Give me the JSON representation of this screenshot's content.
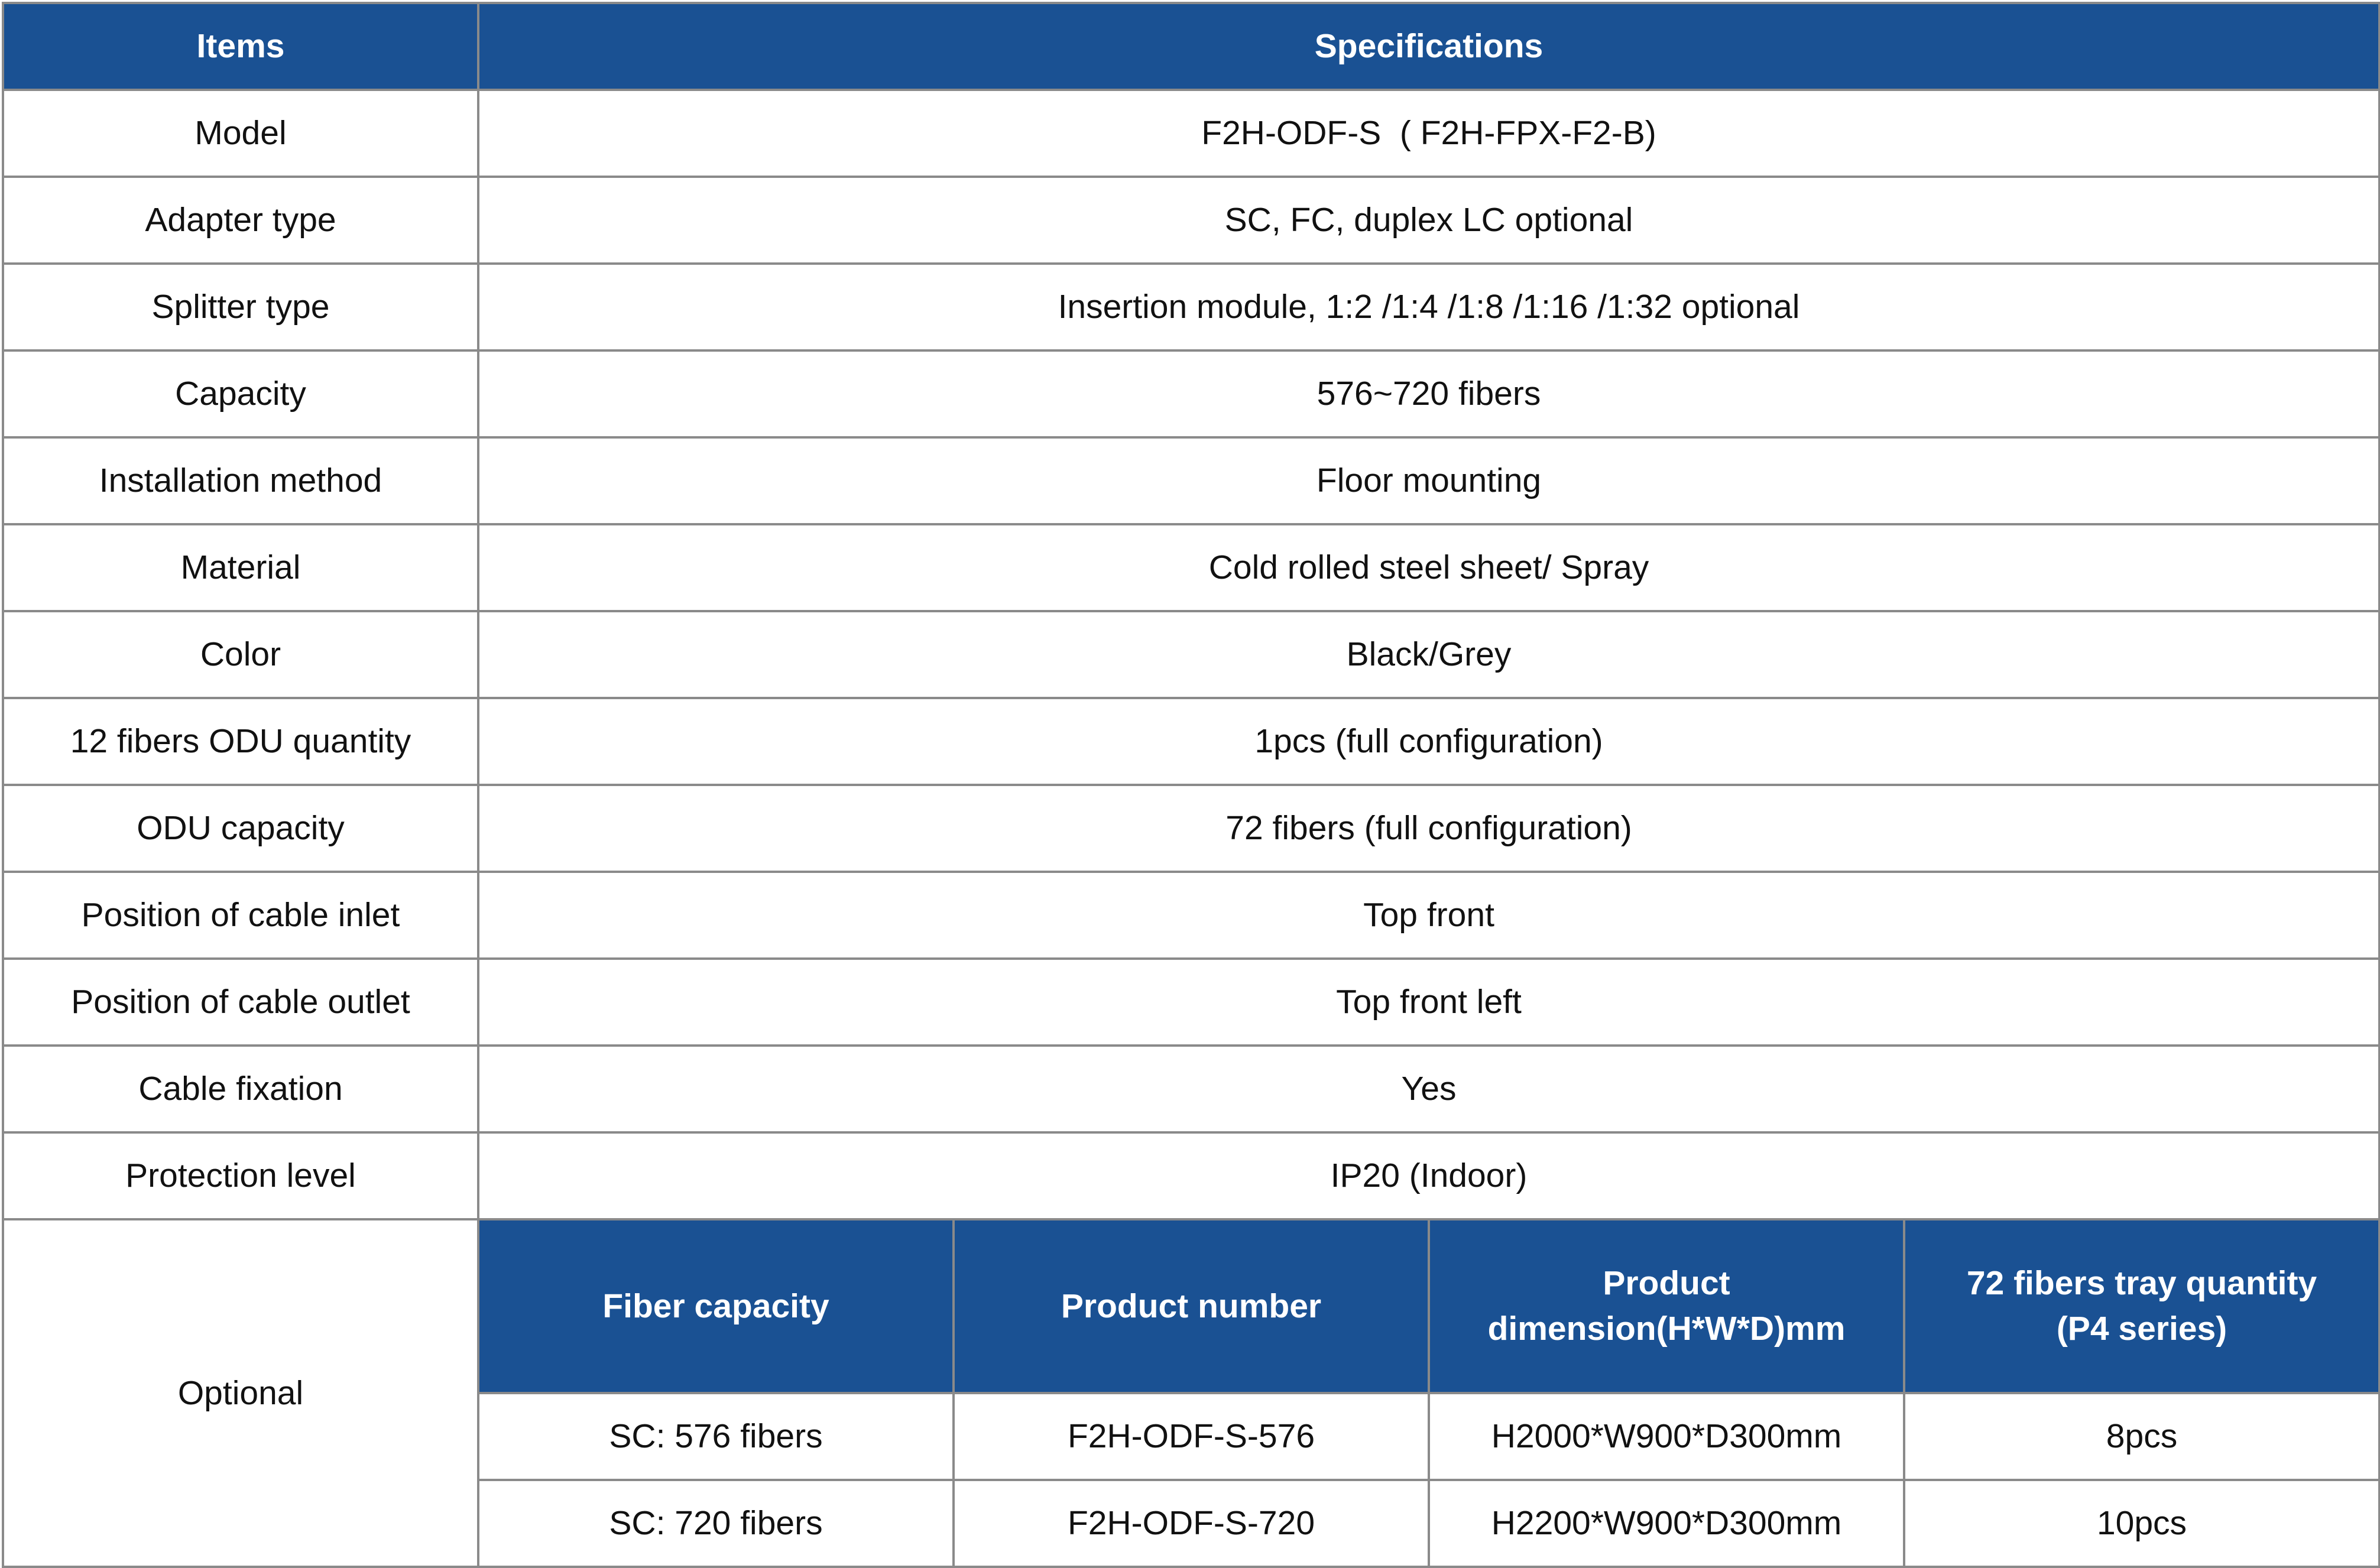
{
  "header": {
    "items_label": "Items",
    "specifications_label": "Specifications"
  },
  "rows": [
    {
      "item": "Model",
      "spec": "F2H-ODF-S  ( F2H-FPX-F2-B)"
    },
    {
      "item": "Adapter type",
      "spec": "SC, FC, duplex LC optional"
    },
    {
      "item": "Splitter type",
      "spec": "Insertion module, 1:2 /1:4 /1:8 /1:16 /1:32 optional"
    },
    {
      "item": "Capacity",
      "spec": "576~720 fibers"
    },
    {
      "item": "Installation method",
      "spec": "Floor mounting"
    },
    {
      "item": "Material",
      "spec": "Cold rolled steel sheet/ Spray"
    },
    {
      "item": "Color",
      "spec": "Black/Grey"
    },
    {
      "item": "12 fibers ODU quantity",
      "spec": "1pcs (full configuration)"
    },
    {
      "item": "ODU capacity",
      "spec": "72 fibers (full configuration)"
    },
    {
      "item": "Position of cable inlet",
      "spec": "Top front"
    },
    {
      "item": "Position of cable outlet",
      "spec": "Top front left"
    },
    {
      "item": "Cable fixation",
      "spec": "Yes"
    },
    {
      "item": "Protection level",
      "spec": "IP20 (Indoor)"
    }
  ],
  "optional": {
    "label": "Optional",
    "headers": {
      "fiber_capacity": "Fiber capacity",
      "product_number": "Product number",
      "dimension_line1": "Product",
      "dimension_line2": "dimension(H*W*D)mm",
      "tray_line1": "72 fibers tray quantity",
      "tray_line2": "(P4 series)"
    },
    "rows": [
      {
        "fiber_capacity": "SC: 576 fibers",
        "product_number": "F2H-ODF-S-576",
        "dimension": "H2000*W900*D300mm",
        "tray_quantity": "8pcs"
      },
      {
        "fiber_capacity": "SC: 720 fibers",
        "product_number": "F2H-ODF-S-720",
        "dimension": "H2200*W900*D300mm",
        "tray_quantity": "10pcs"
      }
    ]
  },
  "colors": {
    "header_bg": "#1a5193",
    "header_text": "#ffffff",
    "border": "#8a8a8a",
    "body_text": "#111111"
  }
}
